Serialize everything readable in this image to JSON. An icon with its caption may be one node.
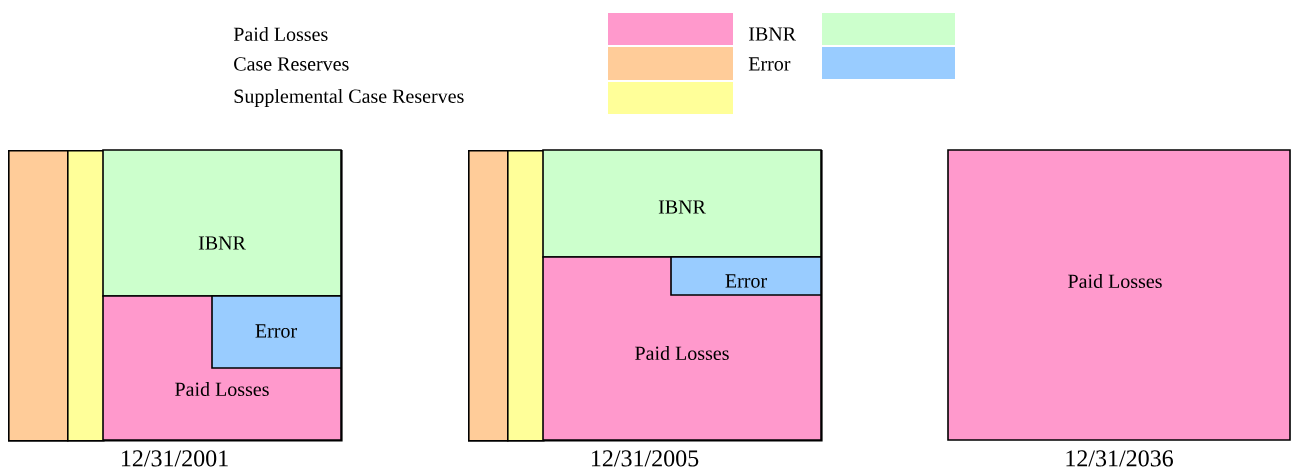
{
  "diagram": {
    "nodes": [
      {
        "text": [],
        "shape": "box",
        "beside": [
          "12/31/2001"
        ]
      },
      {
        "text": [],
        "shape": "box",
        "in": 0
      },
      {
        "text": [],
        "shape": "box",
        "in": 0
      },
      {
        "text": [
          "IBNR"
        ],
        "in": 0
      },
      {
        "text": [
          "Paid Losses"
        ],
        "in": 0
      },
      {
        "text": [
          "Error"
        ],
        "in": 4
      },
      {
        "text": [],
        "shape": "box",
        "beside": [
          "12/31/2005"
        ]
      },
      {
        "text": [],
        "shape": "box",
        "in": 6
      },
      {
        "text": [],
        "shape": "box",
        "in": 6
      },
      {
        "text": [
          "IBNR"
        ],
        "in": 6
      },
      {
        "text": [
          "Paid Losses"
        ],
        "in": 6
      },
      {
        "text": [
          "Error"
        ],
        "in": 10
      },
      {
        "text": [
          "Paid Losses"
        ],
        "beside": [
          "12/31/2036"
        ]
      }
    ],
    "legend": [
      {
        "text": "Paid Losses",
        "color": "#ff99cc"
      },
      {
        "text": "Case Reserves",
        "color": "#ffcc99"
      },
      {
        "text": "Supplemental Case Reserves",
        "color": "#ffff99"
      },
      {
        "text": "IBNR",
        "color": "#ccffcc"
      },
      {
        "text": "Error",
        "color": "#99ccff"
      }
    ]
  }
}
